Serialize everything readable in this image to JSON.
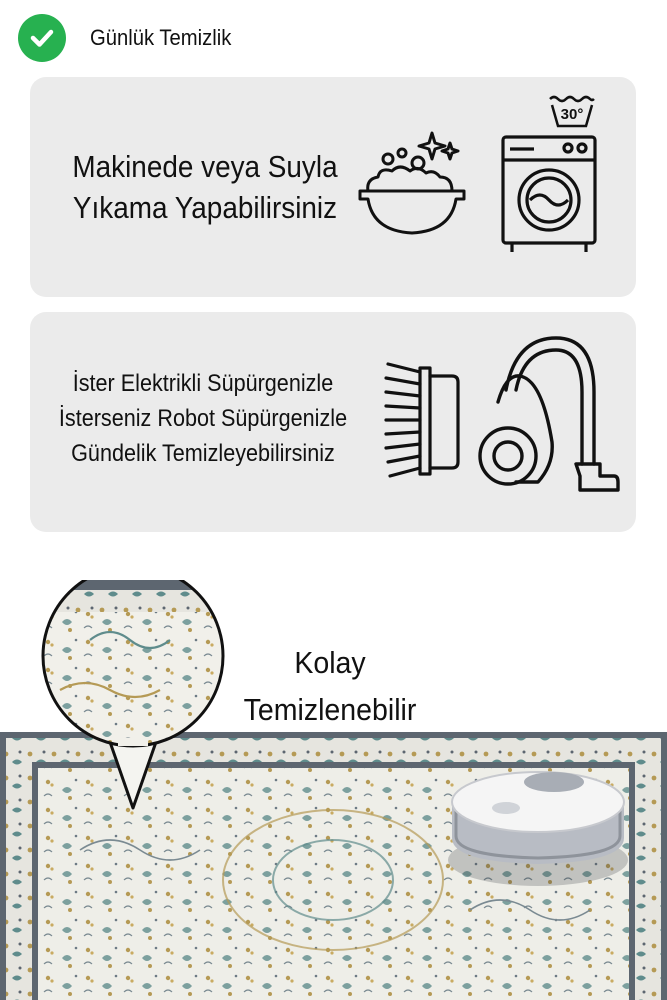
{
  "header": {
    "title": "Günlük Temizlik",
    "icon": "check-circle-icon",
    "accent": "#27b150"
  },
  "cards": [
    {
      "lines": [
        "Makinede veya Suyla",
        "Yıkama Yapabilirsiniz"
      ],
      "icons": [
        "wash-basin-icon",
        "washing-machine-icon"
      ],
      "temperature": "30°"
    },
    {
      "lines": [
        "İster Elektrikli Süpürgenizle",
        "İsterseniz Robot Süpürgenizle",
        "Gündelik Temizleyebilirsiniz"
      ],
      "icons": [
        "brush-icon",
        "vacuum-cleaner-icon"
      ]
    }
  ],
  "callout": {
    "line1": "Kolay",
    "line2": "Temizlenebilir"
  },
  "colors": {
    "card_bg": "#ebebeb",
    "rug_border": "#5d6670",
    "rug_field": "#eeeee8",
    "rug_gold": "#b59a55",
    "rug_teal": "#5f8c8c"
  }
}
